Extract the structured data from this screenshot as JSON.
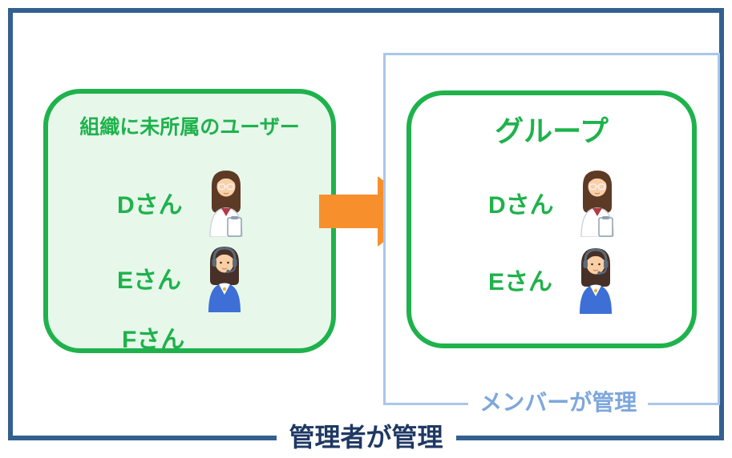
{
  "outer": {
    "caption": "管理者が管理"
  },
  "left_box": {
    "title": "組織に未所属のユーザー",
    "members": [
      {
        "name": "Dさん",
        "avatar_icon": "woman-doctor-avatar-icon"
      },
      {
        "name": "Eさん",
        "avatar_icon": "woman-operator-avatar-icon"
      },
      {
        "name": "Fさん",
        "avatar_icon": ""
      }
    ]
  },
  "arrow": {
    "icon": "arrow-right-icon",
    "direction": "right"
  },
  "right_box": {
    "title": "グループ",
    "caption": "メンバーが管理",
    "members": [
      {
        "name": "Dさん",
        "avatar_icon": "woman-doctor-avatar-icon"
      },
      {
        "name": "Eさん",
        "avatar_icon": "woman-operator-avatar-icon"
      }
    ]
  },
  "colors": {
    "green": "#1fb24c",
    "green_bg": "#e7f8eb",
    "orange": "#f7902c",
    "navy_border": "#33608f",
    "navy_text": "#1f3864",
    "light_blue_border": "#aac7e6",
    "light_blue_text": "#7da7dc"
  }
}
